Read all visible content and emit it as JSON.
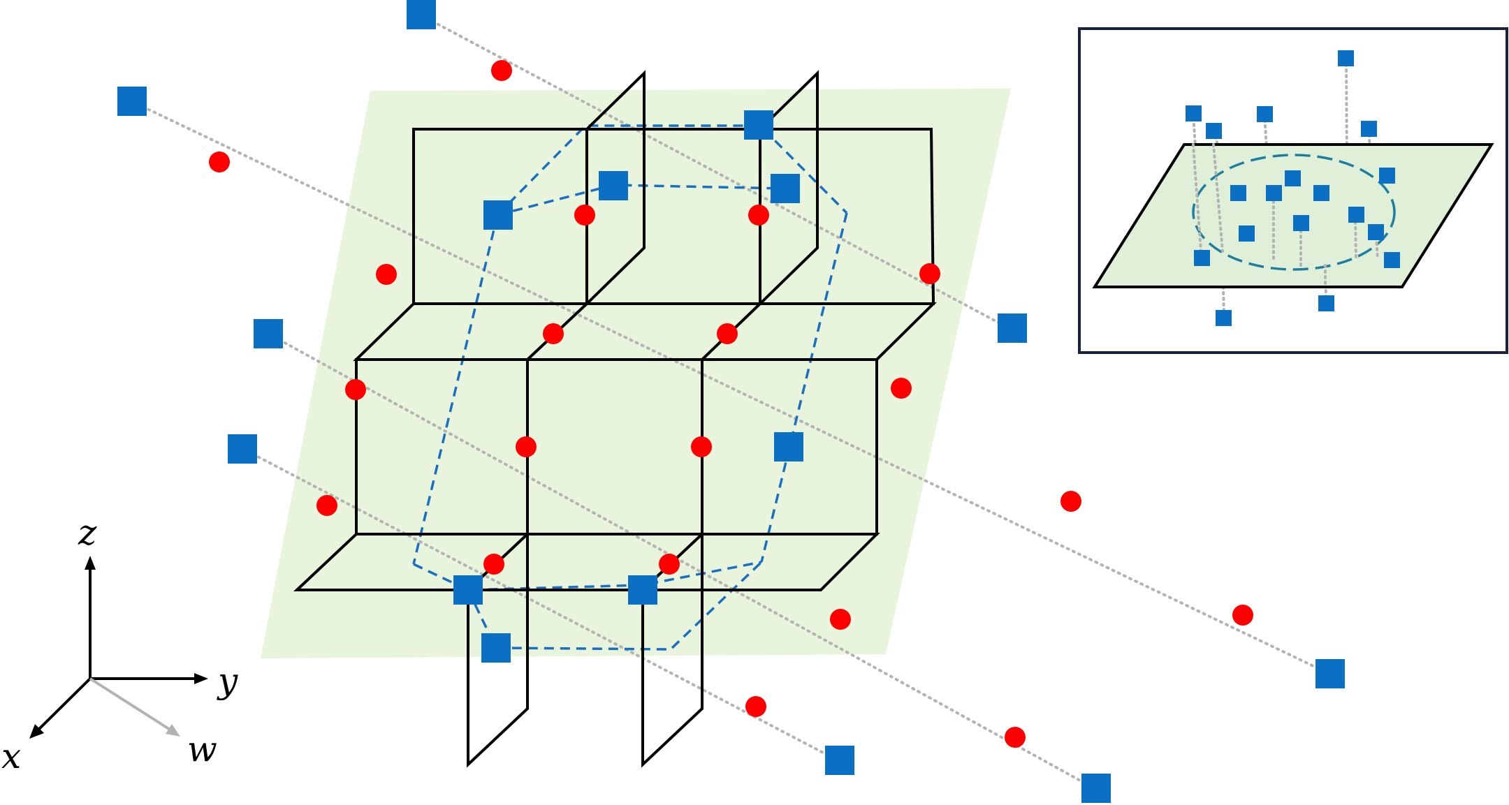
{
  "axes": {
    "labels": {
      "z": "z",
      "y": "y",
      "x": "x",
      "w": "w"
    },
    "arrow_color": "#000000",
    "w_arrow_color": "#b3b3b3"
  },
  "colors": {
    "plane_fill": "#e8f4dc",
    "cell_stroke": "#000000",
    "square_marker": "#0b6fc4",
    "dashed_outline": "#1a6fbf",
    "round_marker": "#ff0000",
    "dotted_line": "#b3b3b3",
    "inset_plane_fill": "#e0f0d8",
    "inset_border": "#1b2140",
    "inset_ellipse": "#1f7ea0"
  },
  "icons": {
    "square": "blue-square-marker",
    "dot": "red-dot-marker"
  }
}
